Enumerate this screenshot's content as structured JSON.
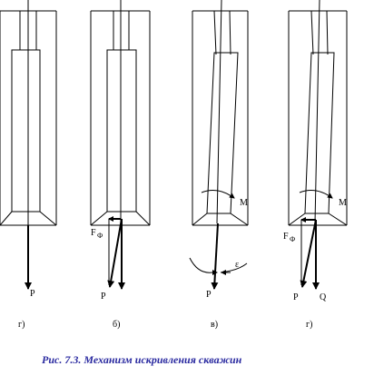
{
  "labels": {
    "p_a": "P",
    "f_b": "F",
    "f_b_sub": "Ф",
    "p_b": "P",
    "m_c": "M",
    "eps_c": "ε",
    "p_c": "P",
    "f_d": "F",
    "f_d_sub": "Ф",
    "m_d": "M",
    "p_d": "P",
    "q_d": "Q"
  },
  "panel_letters": [
    "г)",
    "б)",
    "в)",
    "г)"
  ],
  "caption": "Рис. 7.3. Механизм искривления скважин",
  "colors": {
    "line": "#000000",
    "caption": "#2a2aa0"
  }
}
